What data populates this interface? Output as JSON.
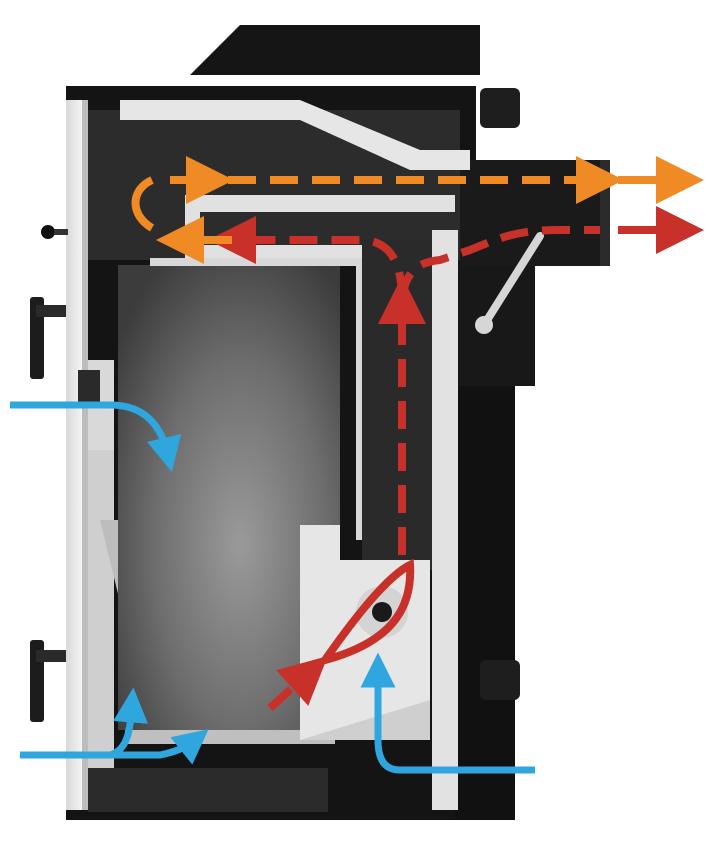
{
  "diagram": {
    "subject": "boiler-cross-section",
    "colors": {
      "background": "#ffffff",
      "casing": "#141414",
      "casing_edge": "#2c2c2c",
      "chamber_light": "#8a8a8a",
      "chamber_dark": "#3a3a3a",
      "refractory": "#e4e4e4",
      "flue_gas_hot": "#c8312a",
      "flue_gas_exit": "#f08a24",
      "air_intake": "#2fa6de"
    },
    "flows": [
      {
        "id": "primary-air-upper",
        "kind": "air",
        "color": "#2fa6de"
      },
      {
        "id": "primary-air-lower",
        "kind": "air",
        "color": "#2fa6de"
      },
      {
        "id": "secondary-air-nozzle",
        "kind": "air",
        "color": "#2fa6de"
      },
      {
        "id": "flame-path",
        "kind": "hot-gas",
        "color": "#c8312a"
      },
      {
        "id": "flue-return",
        "kind": "exhaust",
        "color": "#f08a24"
      }
    ],
    "icons": [
      "handle-icon",
      "knob-icon",
      "nozzle-icon"
    ]
  }
}
